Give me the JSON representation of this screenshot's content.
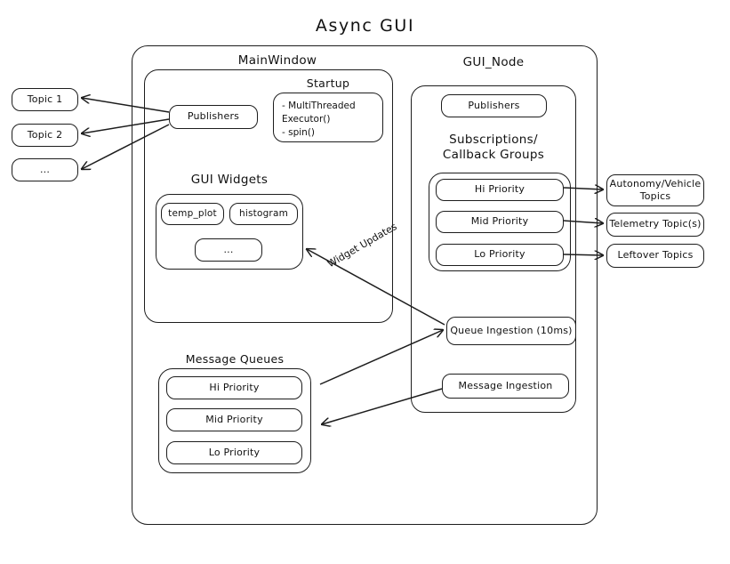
{
  "title": "Async  GUI",
  "sections": {
    "main_window": {
      "label": "MainWindow"
    },
    "gui_node": {
      "label": "GUI_Node"
    },
    "startup": {
      "label": "Startup",
      "items": "- MultiThreaded\n  Executor()\n- spin()"
    },
    "gui_widgets": {
      "label": "GUI Widgets"
    },
    "subscriptions": {
      "label": "Subscriptions/\nCallback Groups"
    },
    "message_queues": {
      "label": "Message Queues"
    }
  },
  "topics": [
    {
      "label": "Topic 1"
    },
    {
      "label": "Topic 2"
    },
    {
      "label": "..."
    }
  ],
  "main_window_nodes": {
    "publishers": "Publishers",
    "widgets": [
      {
        "label": "temp_plot"
      },
      {
        "label": "histogram"
      },
      {
        "label": "..."
      }
    ]
  },
  "gui_node_nodes": {
    "publishers": "Publishers",
    "callback_groups": [
      {
        "label": "Hi Priority"
      },
      {
        "label": "Mid Priority"
      },
      {
        "label": "Lo Priority"
      }
    ],
    "queue_ingestion": "Queue Ingestion (10ms)",
    "message_ingestion": "Message Ingestion"
  },
  "queues": [
    {
      "label": "Hi Priority"
    },
    {
      "label": "Mid Priority"
    },
    {
      "label": "Lo Priority"
    }
  ],
  "external_topics": [
    {
      "label": "Autonomy/Vehicle\nTopics"
    },
    {
      "label": "Telemetry Topic(s)"
    },
    {
      "label": "Leftover Topics"
    }
  ],
  "annotations": {
    "widget_updates": "Widget Updates"
  },
  "colors": {
    "stroke": "#1d1d1d",
    "background": "#ffffff",
    "text": "#111111"
  }
}
